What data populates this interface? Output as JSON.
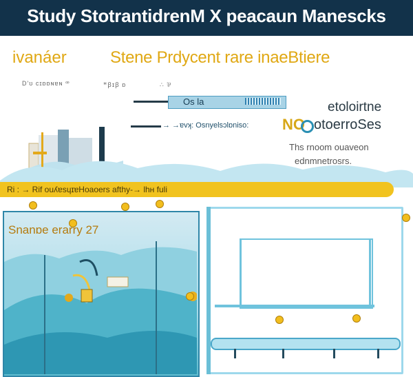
{
  "header": {
    "title": "Study StotrantidrenΜ Χ peacaun Manescks"
  },
  "labels": {
    "left": "ivanáer",
    "middle": "Stene Prdycent rare inaeBtiere",
    "tiny_left": "D'ʊ cɪɒɒɴɐɴ ꟹ",
    "tiny_mid": "ꟸꞵɪꞵ ɒ",
    "tiny_right": "∴ ⅌",
    "bar_label": "Os la",
    "right_word1": "etoloirtne",
    "mid_line": "→ →ɐvʞ: Osnyelsɔlɒniso:",
    "no_text": "NO",
    "right_word2": "otoerroSes",
    "right_small1": "Ths rnoom ouaveon",
    "right_small2": "ednmnetrosrs."
  },
  "ribbon": {
    "text": "Ri : → Rif ouʎɐsɥɪɐHoaoers   afthy-→ lhʜ fuli"
  },
  "panel_left": {
    "title": "Snanɒe   erarry   27"
  },
  "colors": {
    "header_bg": "#12324a",
    "accent_gold": "#e0a814",
    "ribbon": "#f1c31f",
    "panel_blue": "#2f86a8",
    "light_teal": "#9dd8ec"
  }
}
